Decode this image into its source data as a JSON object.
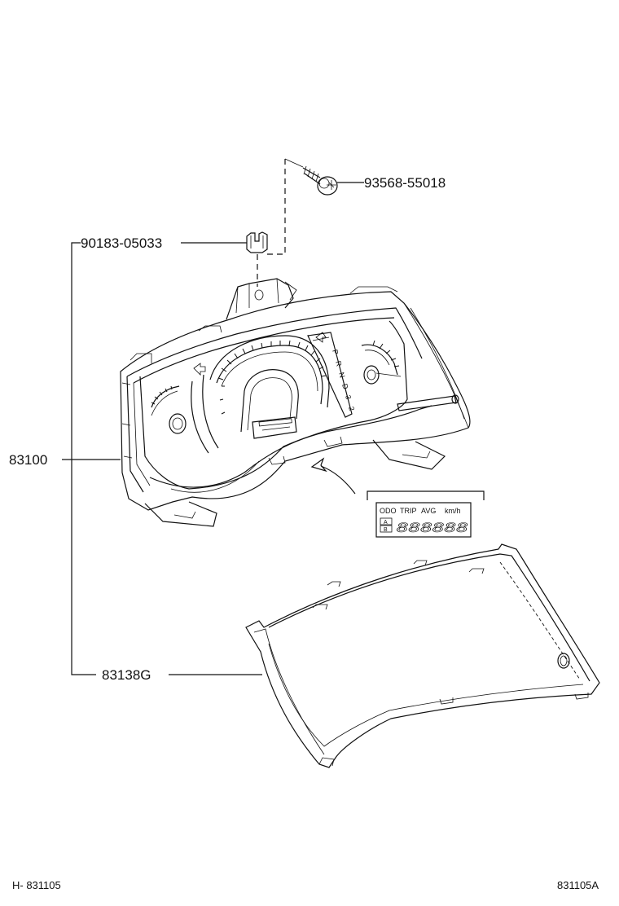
{
  "labels": {
    "screw": "93568-55018",
    "clip": "90183-05033",
    "meter_assembly": "83100",
    "glass": "83138G"
  },
  "gear_indicator": [
    "P",
    "R",
    "N",
    "D",
    "3",
    "2"
  ],
  "lcd_panel": {
    "header": [
      "ODO",
      "TRIP",
      "AVG",
      "km/h"
    ],
    "trip_a": "A",
    "trip_b": "B",
    "digits": "888888"
  },
  "footer": {
    "left": "H- 831105",
    "right": "831105A"
  }
}
